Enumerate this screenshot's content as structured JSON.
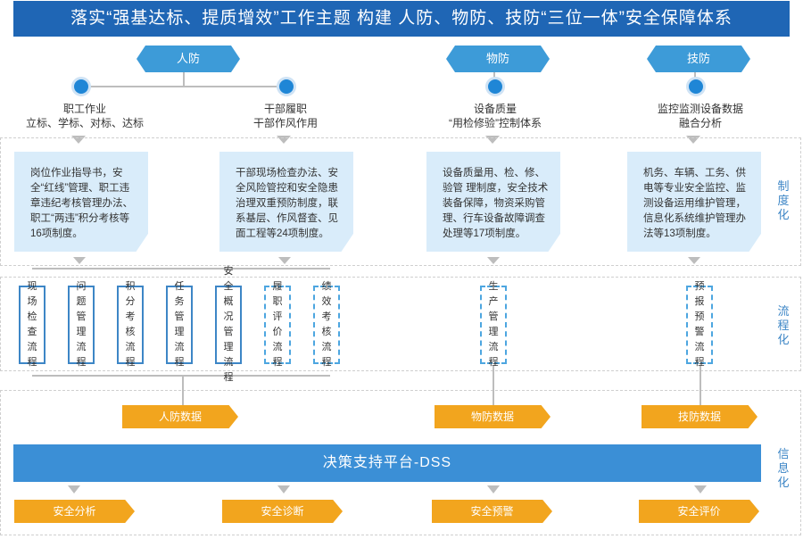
{
  "title": "落实“强基达标、提质增效”工作主题 构建 人防、物防、技防“三位一体”安全保障体系",
  "pillars": {
    "renfang": "人防",
    "wufang": "物防",
    "jifang": "技防"
  },
  "subtitles": {
    "s1_line1": "职工作业",
    "s1_line2": "立标、学标、对标、达标",
    "s2_line1": "干部履职",
    "s2_line2": "干部作风作用",
    "s3_line1": "设备质量",
    "s3_line2": "“用检修验”控制体系",
    "s4_line1": "监控监测设备数据",
    "s4_line2": "融合分析"
  },
  "cards": {
    "c1": "岗位作业指导书，安全“红线”管理、职工违章违纪考核管理办法、职工“两违”积分考核等16项制度。",
    "c2": "干部现场检查办法、安全风险管控和安全隐患治理双重预防制度，联系基层、作风督查、见面工程等24项制度。",
    "c3": "设备质量用、检、修、验管 理制度，安全技术装备保障，物资采购管理、行车设备故障调查处理等17项制度。",
    "c4": "机务、车辆、工务、供电等专业安全监控、监测设备运用维护管理，信息化系统维护管理办法等13项制度。"
  },
  "side_labels": {
    "zhidu": "制度化",
    "liucheng": "流程化",
    "xinxi": "信息化"
  },
  "flows": {
    "f1": "现场检查流程",
    "f2": "问题管理流程",
    "f3": "积分考核流程",
    "f4": "任务管理流程",
    "f5": "安全概况管理流程",
    "f6": "履职评价流程",
    "f7": "绩效考核流程",
    "f8": "生产管理流程",
    "f9": "预报预警流程"
  },
  "data_tags": {
    "d1": "人防数据",
    "d2": "物防数据",
    "d3": "技防数据"
  },
  "dss": "决策支持平台-DSS",
  "outputs": {
    "o1": "安全分析",
    "o2": "安全诊断",
    "o3": "安全预警",
    "o4": "安全评价"
  },
  "colors": {
    "title_bg": "#1f66b5",
    "pillar_bg": "#3d9bd8",
    "card_bg": "#d9ecfa",
    "orange": "#f2a51e",
    "dss_bg": "#3b8fd6"
  }
}
